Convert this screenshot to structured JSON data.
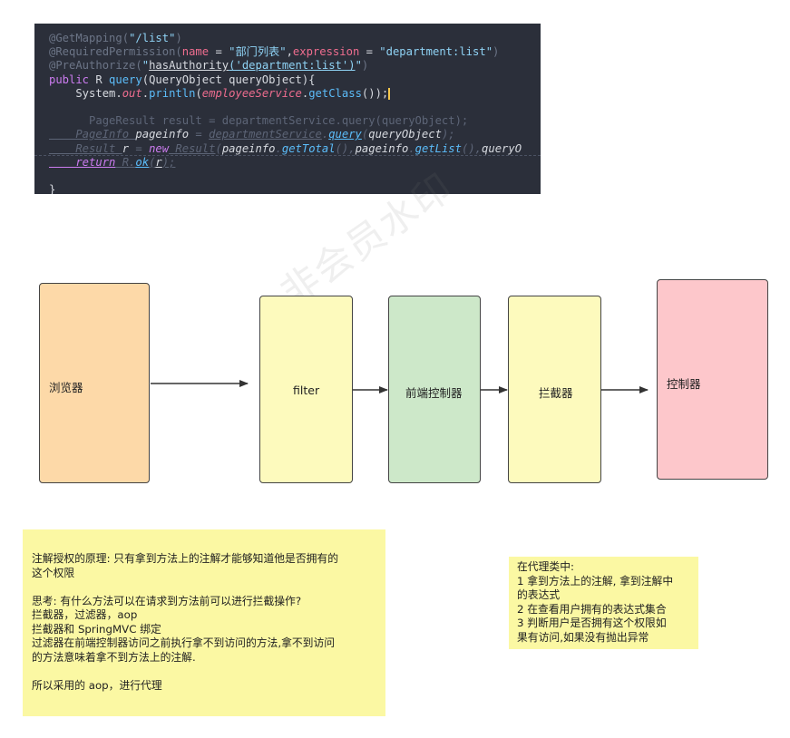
{
  "code": {
    "lines": [
      {
        "parts": [
          {
            "t": "@GetMapping(",
            "c": "c-ann"
          },
          {
            "t": "\"/list\"",
            "c": "c-str2"
          },
          {
            "t": ")",
            "c": "c-ann"
          }
        ]
      },
      {
        "parts": [
          {
            "t": "@RequiredPermission(",
            "c": "c-ann"
          },
          {
            "t": "name",
            "c": "c-par"
          },
          {
            "t": " = ",
            "c": "c-txt"
          },
          {
            "t": "\"部门列表\"",
            "c": "c-str2"
          },
          {
            "t": ",",
            "c": "c-txt"
          },
          {
            "t": "expression",
            "c": "c-par"
          },
          {
            "t": " = ",
            "c": "c-txt"
          },
          {
            "t": "\"department:list\"",
            "c": "c-str2"
          },
          {
            "t": ")",
            "c": "c-ann"
          }
        ]
      },
      {
        "parts": [
          {
            "t": "@PreAuthorize(",
            "c": "c-ann"
          },
          {
            "t": "\"",
            "c": "c-str2"
          },
          {
            "t": "hasAuthority",
            "c": "c-txt c-ul"
          },
          {
            "t": "('department:list')",
            "c": "c-str2 c-ul"
          },
          {
            "t": "\"",
            "c": "c-str2"
          },
          {
            "t": ")",
            "c": "c-ann"
          }
        ]
      },
      {
        "parts": [
          {
            "t": "public",
            "c": "c-kw"
          },
          {
            "t": " R ",
            "c": "c-txt"
          },
          {
            "t": "query",
            "c": "c-fn"
          },
          {
            "t": "(QueryObject queryObject){",
            "c": "c-txt"
          }
        ]
      },
      {
        "parts": [
          {
            "t": "    System.",
            "c": "c-txt"
          },
          {
            "t": "out",
            "c": "c-par c-it"
          },
          {
            "t": ".",
            "c": "c-txt"
          },
          {
            "t": "println",
            "c": "c-fn"
          },
          {
            "t": "(",
            "c": "c-txt"
          },
          {
            "t": "employeeService",
            "c": "c-par c-it"
          },
          {
            "t": ".",
            "c": "c-txt"
          },
          {
            "t": "getClass",
            "c": "c-fn"
          },
          {
            "t": "());",
            "c": "c-txt"
          }
        ],
        "caret": true
      },
      {
        "parts": []
      },
      {
        "parts": [
          {
            "t": "      PageResult result = departmentService.query(queryObject);",
            "c": "c-grey"
          }
        ]
      },
      {
        "parts": [
          {
            "t": "    PageInfo ",
            "c": "c-grey c-it c-ul"
          },
          {
            "t": "pageinfo",
            "c": "c-txt c-it"
          },
          {
            "t": " = ",
            "c": "c-grey c-it"
          },
          {
            "t": "departmentService",
            "c": "c-grey c-it c-ul"
          },
          {
            "t": ".",
            "c": "c-grey c-it"
          },
          {
            "t": "query",
            "c": "c-fn c-it c-ul"
          },
          {
            "t": "(",
            "c": "c-grey c-it"
          },
          {
            "t": "queryObject",
            "c": "c-txt c-it"
          },
          {
            "t": ");",
            "c": "c-grey c-it"
          }
        ]
      },
      {
        "parts": [
          {
            "t": "    Result ",
            "c": "c-grey c-it c-ul"
          },
          {
            "t": "r",
            "c": "c-txt c-it"
          },
          {
            "t": " = ",
            "c": "c-grey c-it"
          },
          {
            "t": "new",
            "c": "c-kw c-it"
          },
          {
            "t": " Result",
            "c": "c-grey c-it c-ul"
          },
          {
            "t": "(",
            "c": "c-grey c-it"
          },
          {
            "t": "pageinfo",
            "c": "c-txt c-it"
          },
          {
            "t": ".",
            "c": "c-grey c-it"
          },
          {
            "t": "getTotal",
            "c": "c-fn c-it"
          },
          {
            "t": "(),",
            "c": "c-grey c-it"
          },
          {
            "t": "pageinfo",
            "c": "c-txt c-it"
          },
          {
            "t": ".",
            "c": "c-grey c-it"
          },
          {
            "t": "getList",
            "c": "c-fn c-it"
          },
          {
            "t": "(),",
            "c": "c-grey c-it"
          },
          {
            "t": "queryO",
            "c": "c-txt c-it"
          }
        ]
      },
      {
        "parts": [
          {
            "t": "    return",
            "c": "c-kw c-it c-ul"
          },
          {
            "t": " R.",
            "c": "c-grey c-it c-ul"
          },
          {
            "t": "ok",
            "c": "c-fn c-it c-ul"
          },
          {
            "t": "(",
            "c": "c-grey c-it c-ul"
          },
          {
            "t": "r",
            "c": "c-txt c-it c-ul"
          },
          {
            "t": ");",
            "c": "c-grey c-it c-ul"
          }
        ]
      },
      {
        "parts": []
      },
      {
        "parts": [
          {
            "t": "}",
            "c": "c-txt"
          }
        ]
      }
    ]
  },
  "diagram": {
    "watermark": "非会员水印",
    "nodes": [
      {
        "id": "browser",
        "label": "浏览器",
        "fill": "#fdd9a8"
      },
      {
        "id": "filter",
        "label": "filter",
        "fill": "#fdfabd"
      },
      {
        "id": "front-controller",
        "label": "前端控制器",
        "fill": "#cde8c9"
      },
      {
        "id": "interceptor",
        "label": "拦截器",
        "fill": "#fdfabd"
      },
      {
        "id": "controller",
        "label": "控制器",
        "fill": "#fdc7cb"
      }
    ]
  },
  "notes": {
    "left": {
      "lines": [
        "注解授权的原理: 只有拿到方法上的注解才能够知道他是否拥有的",
        "这个权限",
        "",
        "思考: 有什么方法可以在请求到方法前可以进行拦截操作?",
        "拦截器，过滤器，aop",
        "拦截器和 SpringMVC 绑定",
        "过滤器在前端控制器访问之前执行拿不到访问的方法,拿不到访问",
        "的方法意味着拿不到方法上的注解.",
        "",
        "所以采用的 aop，进行代理"
      ]
    },
    "right": {
      "lines": [
        "在代理类中:",
        "1 拿到方法上的注解, 拿到注解中",
        "的表达式",
        "2 在查看用户拥有的表达式集合",
        "3 判断用户是否拥有这个权限如",
        "果有访问,如果没有抛出异常"
      ]
    }
  }
}
